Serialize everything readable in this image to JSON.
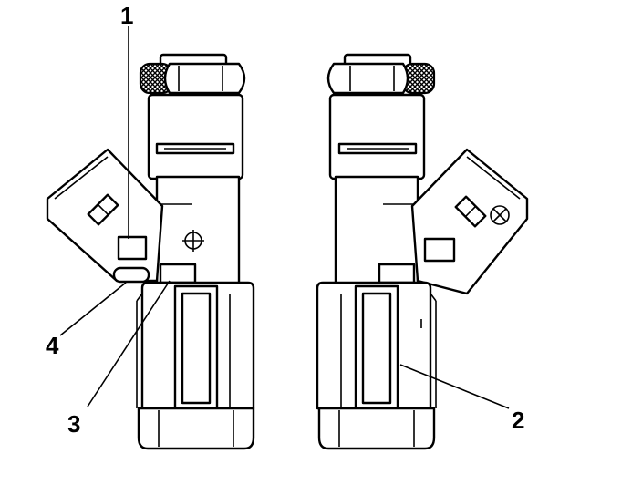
{
  "diagram": {
    "callouts": [
      {
        "id": "c1",
        "label": "1"
      },
      {
        "id": "c2",
        "label": "2"
      },
      {
        "id": "c3",
        "label": "3"
      },
      {
        "id": "c4",
        "label": "4"
      }
    ]
  }
}
